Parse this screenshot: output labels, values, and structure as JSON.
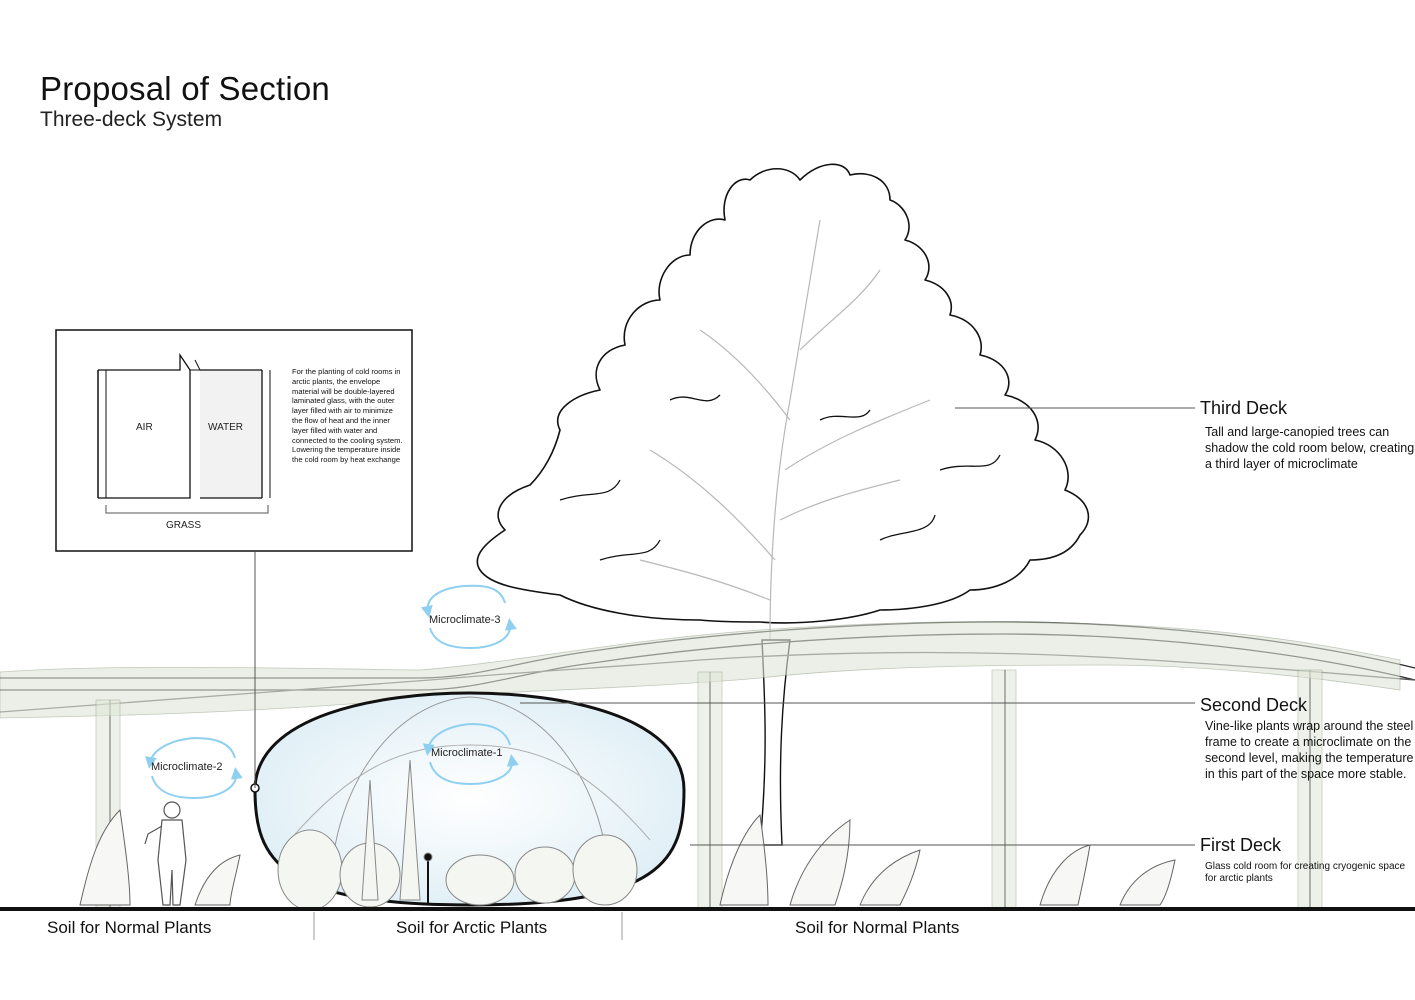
{
  "title": "Proposal of Section",
  "subtitle": "Three-deck System",
  "detail": {
    "air_label": "AIR",
    "water_label": "WATER",
    "grass_label": "GRASS",
    "text": "For the planting of cold rooms in arctic plants, the envelope material will be double-layered laminated glass, with the outer layer filled with air to minimize the flow of heat and the inner layer filled with water and connected to the cooling system. Lowering the temperature inside the cold room by heat exchange"
  },
  "decks": {
    "third": {
      "title": "Third Deck",
      "desc": "Tall and large-canopied trees can shadow the cold room below, creating a third layer of microclimate"
    },
    "second": {
      "title": "Second Deck",
      "desc": "Vine-like plants wrap around the steel frame to create a microclimate on the second level, making the temperature in this part of the space more stable."
    },
    "first": {
      "title": "First Deck",
      "desc": "Glass cold room for creating cryogenic space for arctic plants"
    }
  },
  "microclimates": {
    "one": "Microclimate-1",
    "two": "Microclimate-2",
    "three": "Microclimate-3"
  },
  "soil": {
    "left": "Soil for Normal Plants",
    "middle": "Soil for Arctic Plants",
    "right": "Soil for Normal Plants"
  },
  "colors": {
    "ink": "#111111",
    "microclimate_arrow": "#8fd0f0",
    "glass_fill": "#e4f2f8",
    "foliage": "#cfd9c6"
  }
}
